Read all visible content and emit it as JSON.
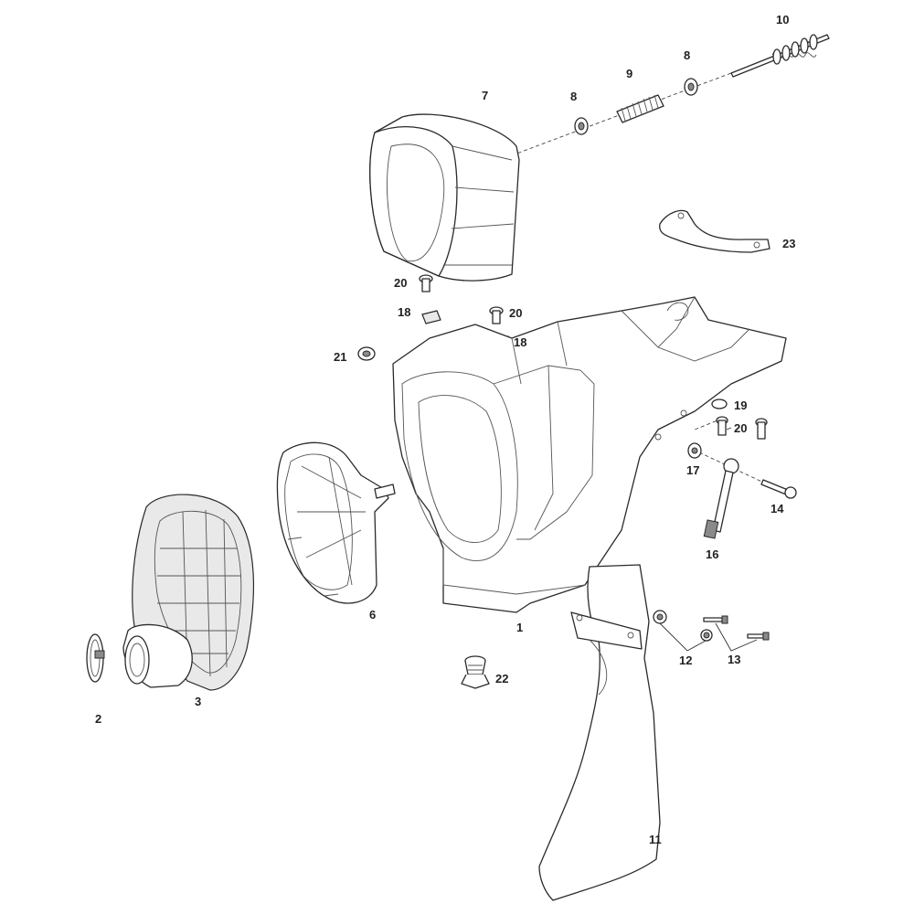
{
  "callouts": {
    "c1": "1",
    "c2": "2",
    "c3": "3",
    "c6": "6",
    "c7": "7",
    "c8a": "8",
    "c8b": "8",
    "c9": "9",
    "c10": "10",
    "c11": "11",
    "c12": "12",
    "c13": "13",
    "c14": "14",
    "c16": "16",
    "c17": "17",
    "c18a": "18",
    "c18b": "18",
    "c19": "19",
    "c20a": "20",
    "c20b": "20",
    "c20c": "20",
    "c21": "21",
    "c22": "22",
    "c23": "23"
  }
}
